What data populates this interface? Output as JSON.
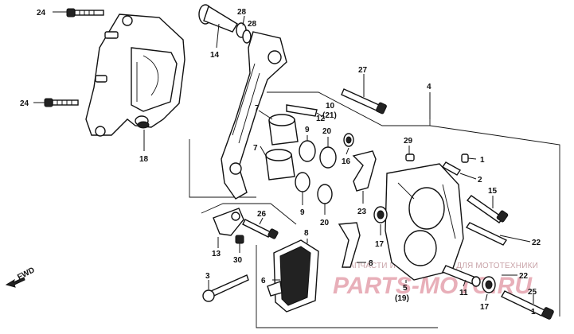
{
  "callouts": [
    {
      "id": "c24a",
      "text": "24"
    },
    {
      "id": "c24b",
      "text": "24"
    },
    {
      "id": "c18",
      "text": "18"
    },
    {
      "id": "c14",
      "text": "14"
    },
    {
      "id": "c28",
      "text": "28"
    },
    {
      "id": "c28b",
      "text": "28"
    },
    {
      "id": "c27",
      "text": "27"
    },
    {
      "id": "c4",
      "text": "4"
    },
    {
      "id": "c7a",
      "text": "7"
    },
    {
      "id": "c7b",
      "text": "7"
    },
    {
      "id": "c9a",
      "text": "9"
    },
    {
      "id": "c9b",
      "text": "9"
    },
    {
      "id": "c20a",
      "text": "20"
    },
    {
      "id": "c20b",
      "text": "20"
    },
    {
      "id": "c12",
      "text": "12"
    },
    {
      "id": "c10",
      "text": "10"
    },
    {
      "id": "c21",
      "text": "(21)"
    },
    {
      "id": "c16",
      "text": "16"
    },
    {
      "id": "c23",
      "text": "23"
    },
    {
      "id": "c29",
      "text": "29"
    },
    {
      "id": "c1a",
      "text": "1"
    },
    {
      "id": "c2",
      "text": "2"
    },
    {
      "id": "c15",
      "text": "15"
    },
    {
      "id": "c22a",
      "text": "22"
    },
    {
      "id": "c22b",
      "text": "22"
    },
    {
      "id": "c17a",
      "text": "17"
    },
    {
      "id": "c17b",
      "text": "17"
    },
    {
      "id": "c11",
      "text": "11"
    },
    {
      "id": "c5",
      "text": "5"
    },
    {
      "id": "c19",
      "text": "(19)"
    },
    {
      "id": "c25",
      "text": "25"
    },
    {
      "id": "c1b",
      "text": "1"
    },
    {
      "id": "c26",
      "text": "26"
    },
    {
      "id": "c13",
      "text": "13"
    },
    {
      "id": "c30",
      "text": "30"
    },
    {
      "id": "c8a",
      "text": "8"
    },
    {
      "id": "c8b",
      "text": "8"
    },
    {
      "id": "c6",
      "text": "6"
    },
    {
      "id": "c3",
      "text": "3"
    }
  ],
  "fwd_label": "FWD",
  "watermark": {
    "top_text": "ЗАПЧАСТИ И АКСЕССУАРЫ ДЛЯ МОТОТЕХНИКИ",
    "logo_text": "PARTS-MOTO.RU"
  },
  "colors": {
    "ink": "#111111",
    "watermark_red": "#e4a2ad",
    "background": "#ffffff"
  }
}
